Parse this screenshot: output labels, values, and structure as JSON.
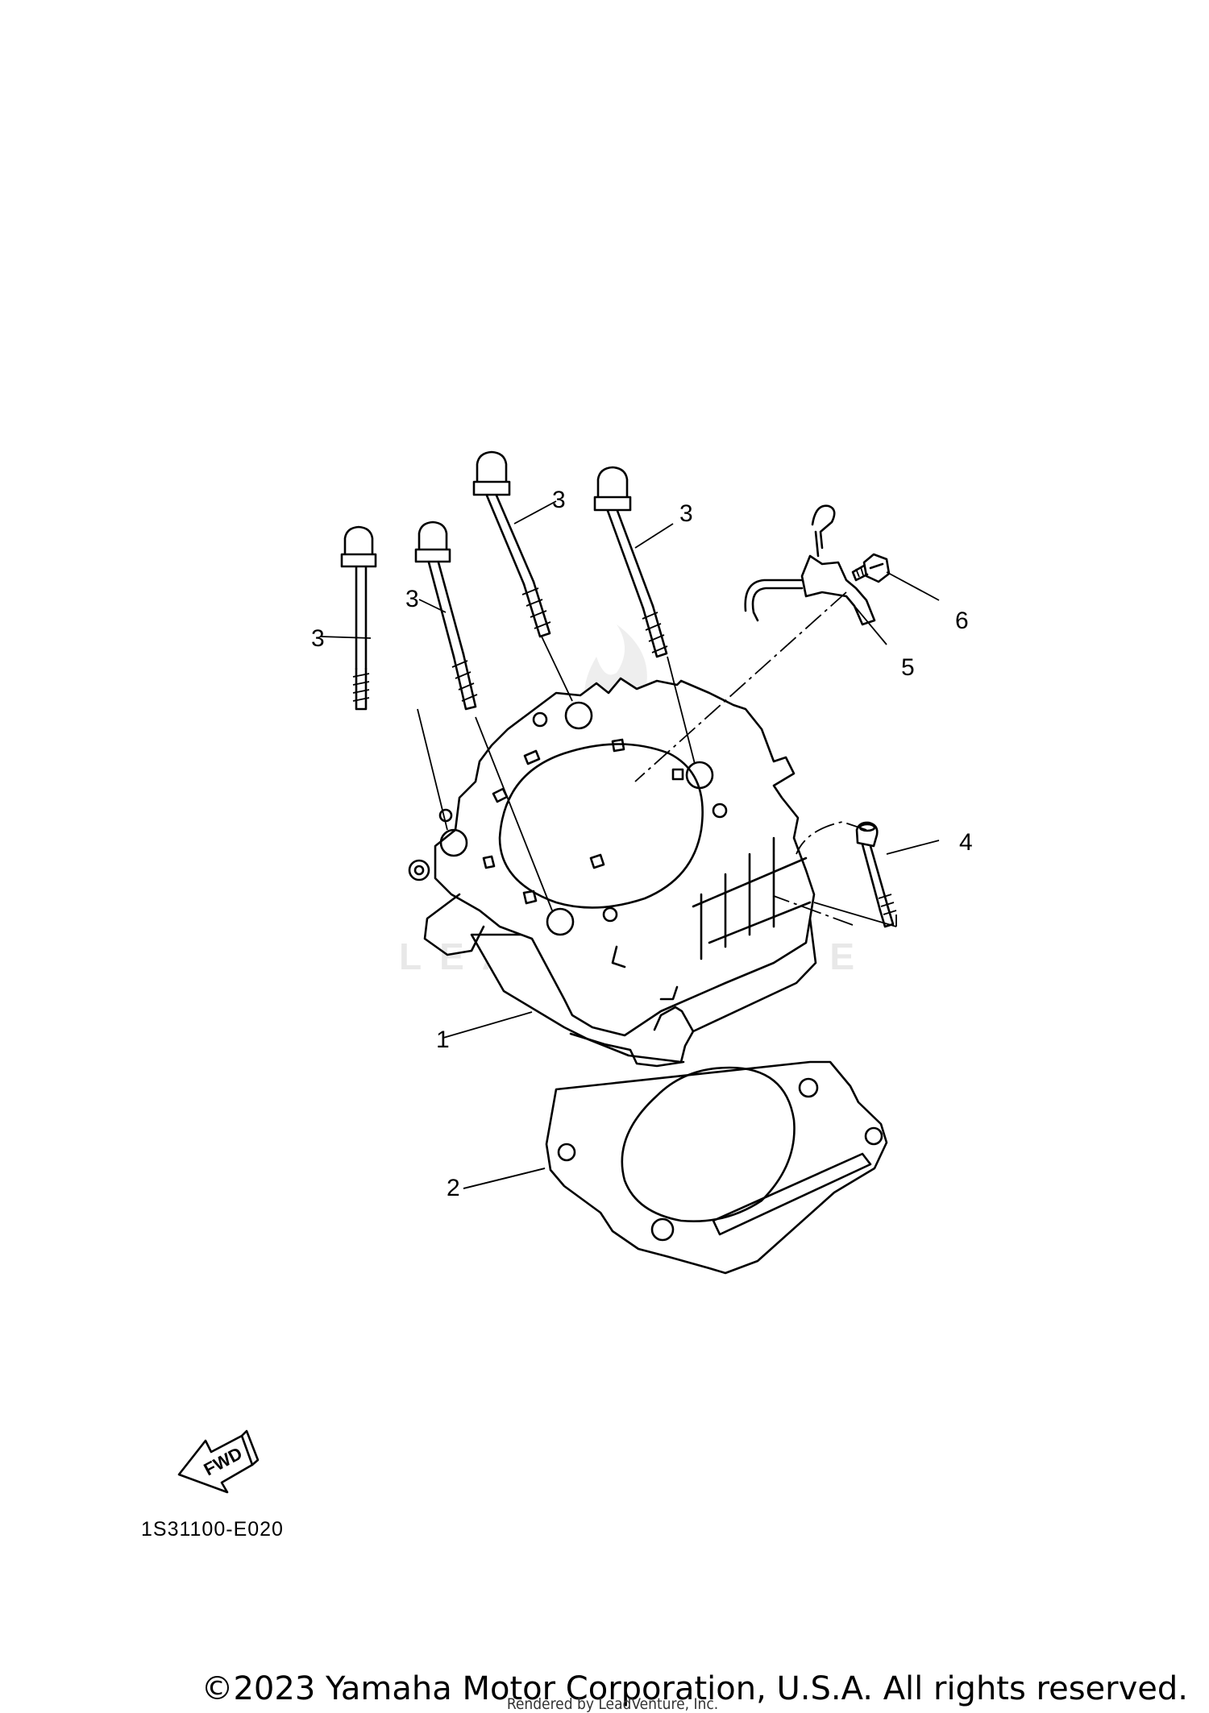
{
  "callouts": [
    {
      "id": "bolt-a",
      "label": "3"
    },
    {
      "id": "bolt-b",
      "label": "3"
    },
    {
      "id": "bolt-c",
      "label": "3"
    },
    {
      "id": "bolt-d",
      "label": "3"
    },
    {
      "id": "bolt-4",
      "label": "4"
    },
    {
      "id": "bracket",
      "label": "5"
    },
    {
      "id": "screw",
      "label": "6"
    },
    {
      "id": "cylinder",
      "label": "1"
    },
    {
      "id": "gasket",
      "label": "2"
    }
  ],
  "fwd_label": "FWD",
  "diagram_code": "1S31100-E020",
  "watermark": "LEADVENTURE",
  "copyright": "©2023 Yamaha Motor Corporation, U.S.A. All rights reserved.",
  "rendered_by": "Rendered by LeadVenture, Inc."
}
